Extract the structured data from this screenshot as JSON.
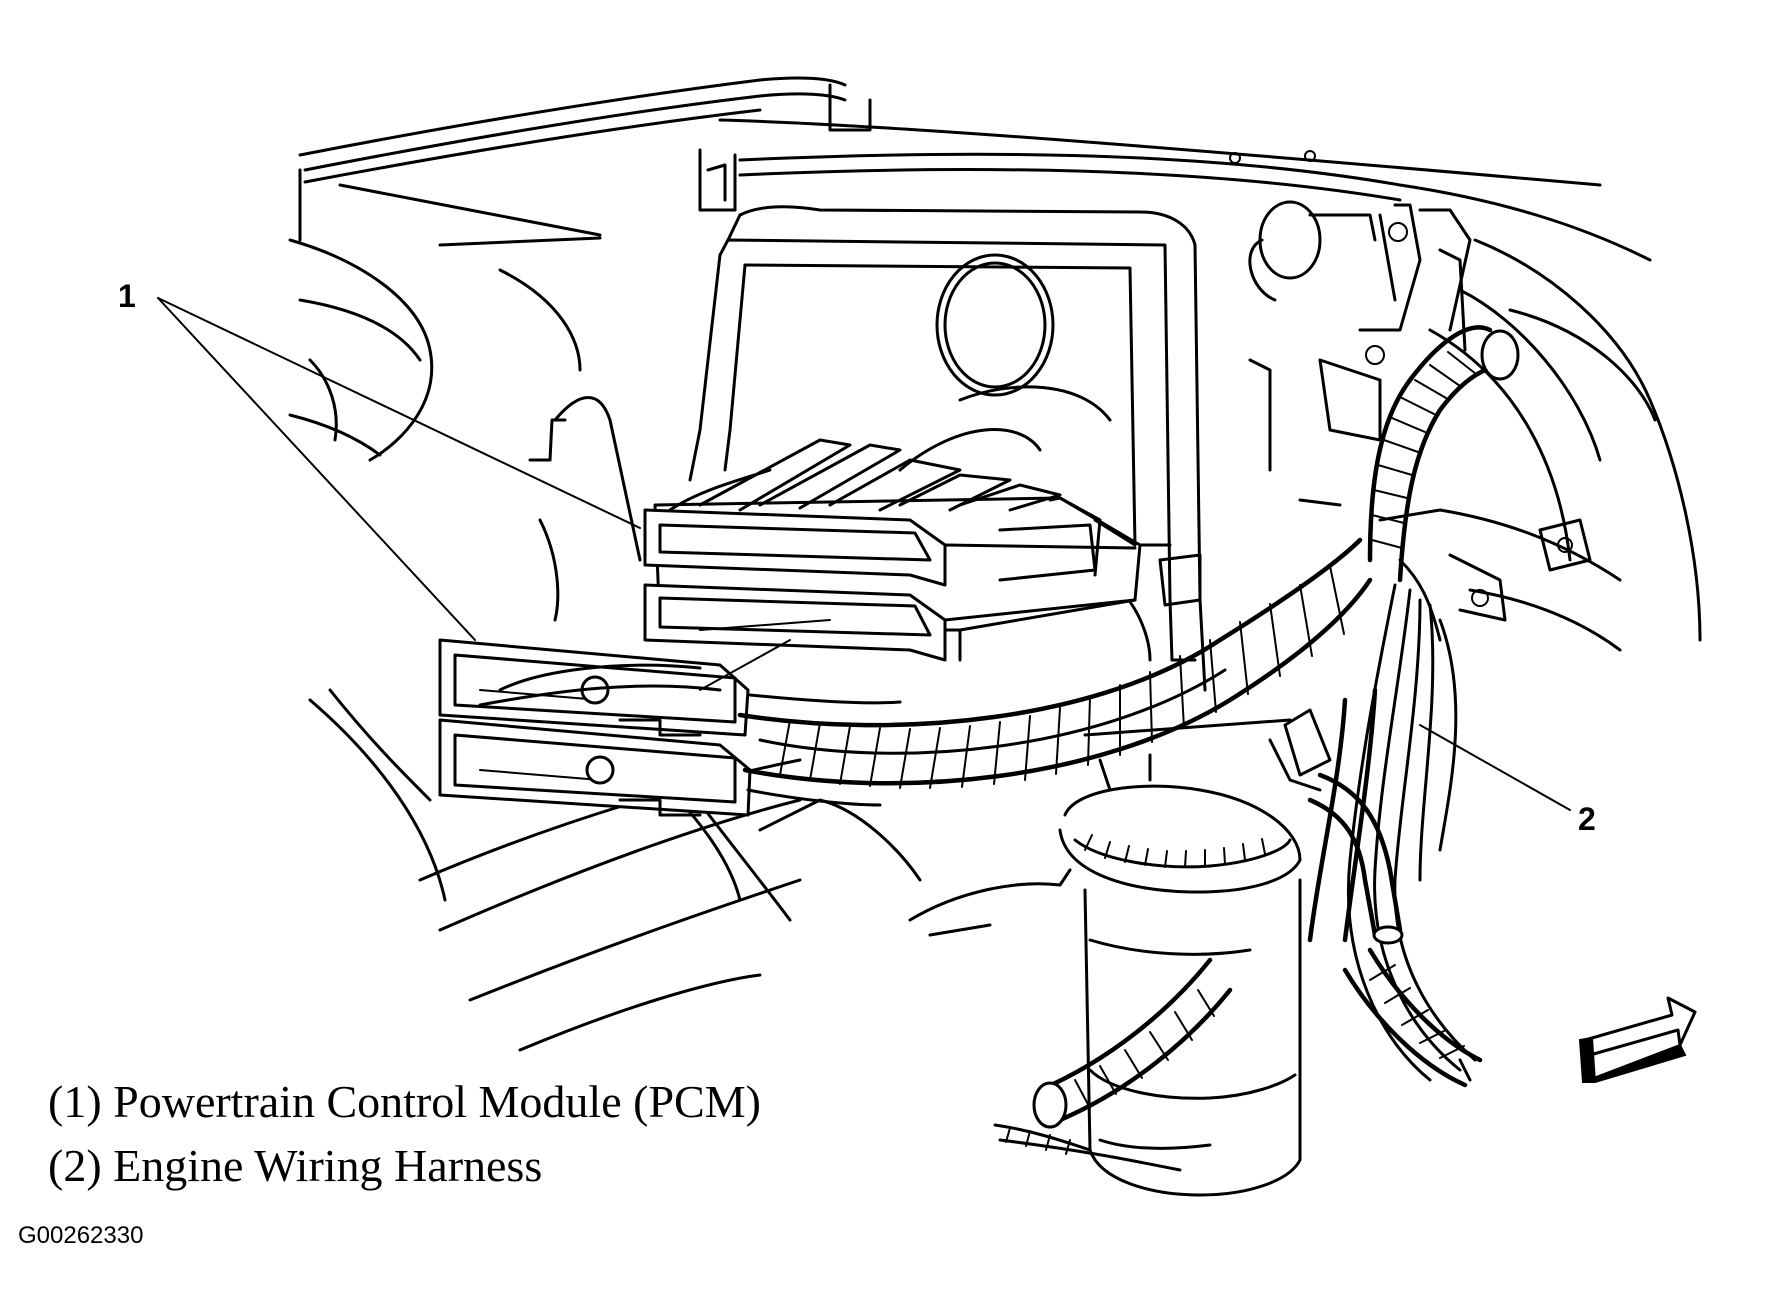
{
  "callouts": [
    {
      "number": "1",
      "target": "Powertrain Control Module (PCM)"
    },
    {
      "number": "2",
      "target": "Engine Wiring Harness"
    }
  ],
  "legend": [
    {
      "text": "(1) Powertrain Control Module (PCM)"
    },
    {
      "text": "(2) Engine Wiring Harness"
    }
  ],
  "figure_id": "G00262330",
  "colors": {
    "ink": "#000000",
    "background": "#ffffff"
  },
  "icons": {
    "direction_arrow": "forward-arrow-icon"
  }
}
